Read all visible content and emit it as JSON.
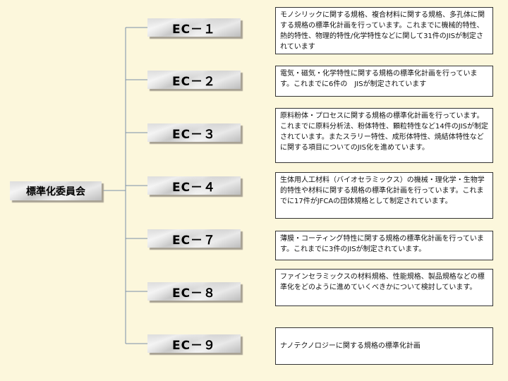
{
  "root": {
    "label": "標準化委員会"
  },
  "committees": [
    {
      "id": "EC－１",
      "description": "モノシリックに関する規格、複合材料に関する規格、多孔体に関する規格の標準化計画を行っています。これまでに機械的特性、熱的特性、物理的特性/化学特性などに関して31件のJISが制定されています"
    },
    {
      "id": "EC－２",
      "description": "電気・磁気・化学特性に関する規格の標準化計画を行っています。これまでに6件の　JISが制定されています"
    },
    {
      "id": "EC－３",
      "description": "原料粉体・プロセスに関する規格の標準化計画を行っています。これまでに原料分析法、粉体特性、顆粒特性など14件のJISが制定されています。またスラリー特性、成形体特性、焼結体特性などに関する項目についてのJIS化を進めています。"
    },
    {
      "id": "EC－４",
      "description": "生体用人工材料（バイオセラミックス）の機械・理化学・生物学的特性や材料に関する規格の標準化計画を行っています。これまでに17件がJFCAの団体規格として制定されています。"
    },
    {
      "id": "EC－７",
      "description": "薄膜・コーティング特性に関する規格の標準化計画を行っています。これまでに3件のJISが制定されています。"
    },
    {
      "id": "EC－８",
      "description": "ファインセラミックスの材料規格、性能規格、製品規格などの標準化をどのように進めていくべきかについて検討しています。"
    },
    {
      "id": "EC－９",
      "description": "ナノテクノロジーに関する規格の標準化計画"
    }
  ]
}
